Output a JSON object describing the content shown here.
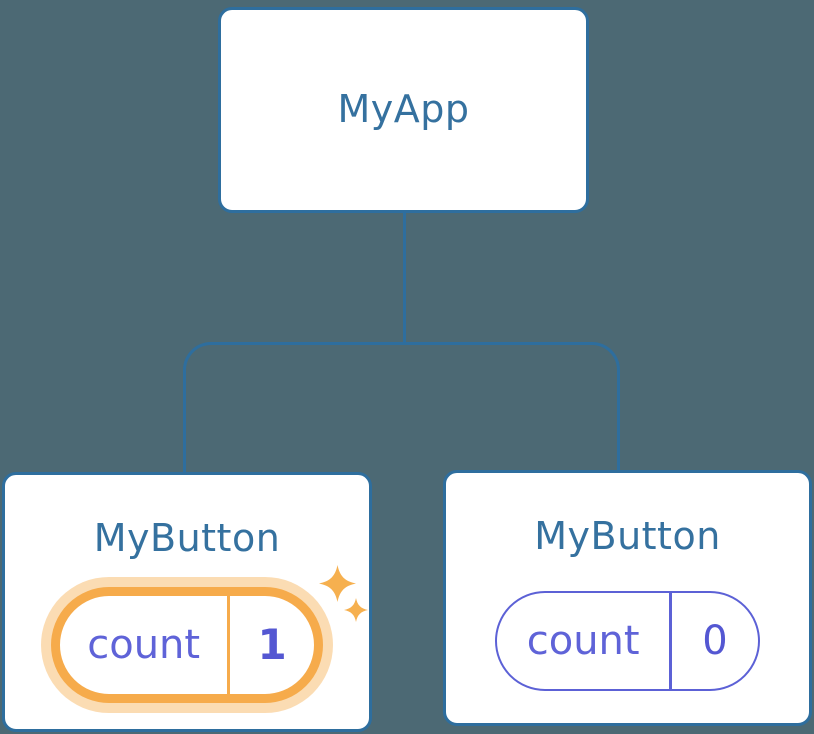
{
  "canvas": {
    "background_color": "#4C6974",
    "connector_color": "#2E6E9E"
  },
  "tree": {
    "root": {
      "label": "MyApp"
    },
    "children": [
      {
        "label": "MyButton",
        "state": {
          "label": "count",
          "value": "1"
        },
        "highlighted": true,
        "highlight_color": "#F6AB4B",
        "glow_color": "rgba(246,171,75,0.42)"
      },
      {
        "label": "MyButton",
        "state": {
          "label": "count",
          "value": "0"
        },
        "highlighted": false
      }
    ]
  },
  "icons": {
    "sparkle_large": "four-point-sparkle",
    "sparkle_small": "four-point-sparkle"
  },
  "colors": {
    "node_border": "#2E6E9E",
    "node_background": "#FFFFFF",
    "node_title_text": "#35719F",
    "state_border": "#5C61D6",
    "state_label_text": "#5F63D8",
    "state_value_text": "#5457D2",
    "sparkle": "#F6B04F"
  }
}
